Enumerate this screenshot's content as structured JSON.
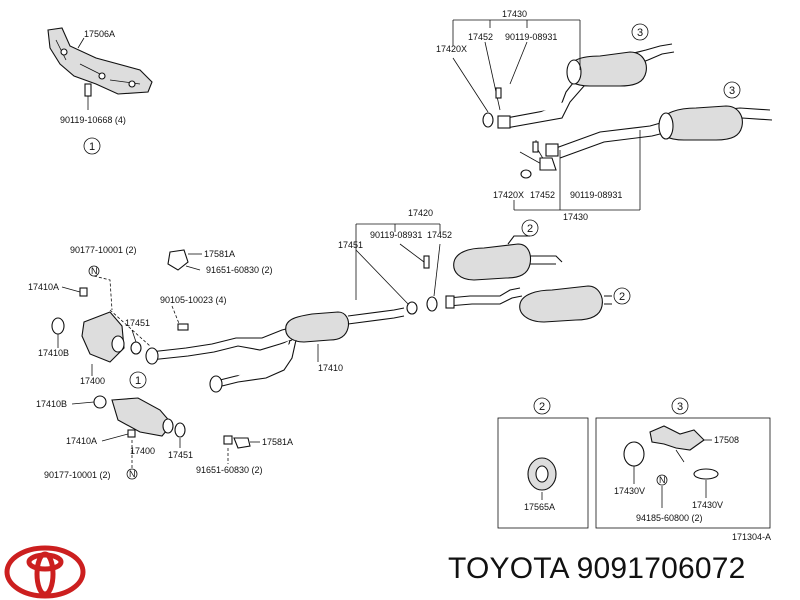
{
  "caption": "TOYOTA 9091706072",
  "brand_color": "#cc1f1f",
  "logo_icon": "toyota-logo",
  "diagram_code": "171304-A",
  "labels": {
    "p17506A": "17506A",
    "b90119_10668": "90119-10668 (4)",
    "c1_top": "1",
    "rm_17430_top": "17430",
    "rm_17452_top": "17452",
    "rm_90119_top": "90119-08931",
    "rm_17420X_top": "17420X",
    "c3_a": "3",
    "c3_b": "3",
    "rm_17420X_bot": "17420X",
    "rm_17452_bot": "17452",
    "rm_90119_bot": "90119-08931",
    "rm_17430_bot": "17430",
    "p17420": "17420",
    "p17451_mid": "17451",
    "p90119_mid": "90119-08931",
    "p17452_mid": "17452",
    "c2_a": "2",
    "c2_b": "2",
    "p90177_top": "90177-10001 (2)",
    "p17581A_top": "17581A",
    "p91651_top": "91651-60830 (2)",
    "p17410A_top": "17410A",
    "p90105": "90105-10023 (4)",
    "p17451_l": "17451",
    "p17410B_top": "17410B",
    "p17400_top": "17400",
    "c1_mid": "1",
    "p17410": "17410",
    "p17410B_bot": "17410B",
    "p17410A_bot": "17410A",
    "p17400_bot": "17400",
    "p17451_bot": "17451",
    "p90177_bot": "90177-10001 (2)",
    "p17581A_bot": "17581A",
    "p91651_bot": "91651-60830 (2)",
    "box2_circle": "2",
    "box2_part": "17565A",
    "box3_circle": "3",
    "box3_17508": "17508",
    "box3_17430V_l": "17430V",
    "box3_94185": "94185-60800 (2)",
    "box3_17430V_r": "17430V",
    "n_mark": "N"
  }
}
